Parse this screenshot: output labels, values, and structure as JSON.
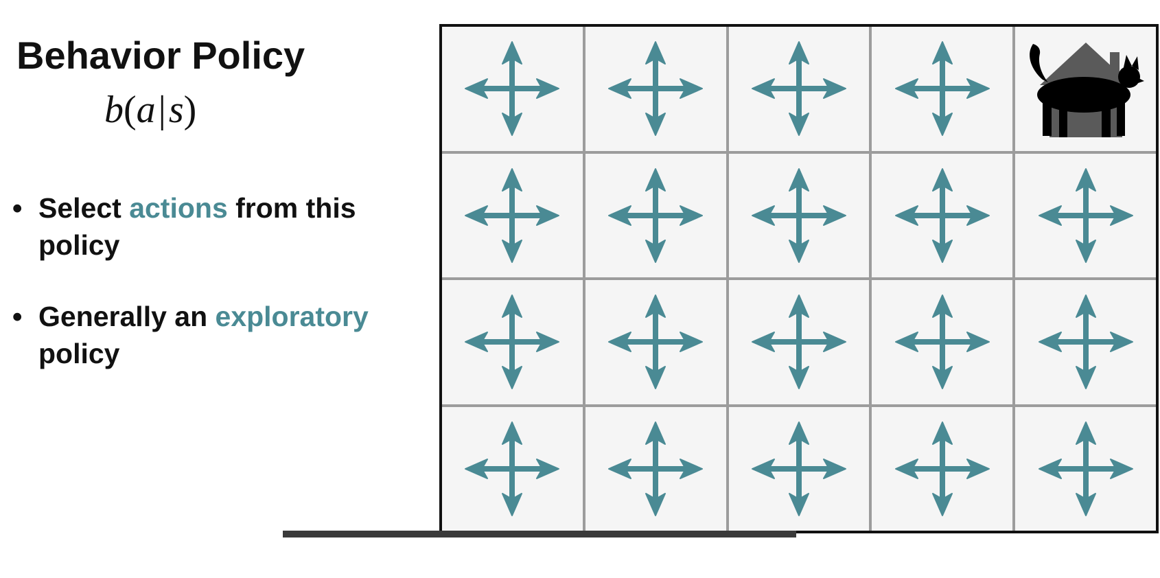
{
  "slide": {
    "title": "Behavior Policy",
    "formula": {
      "fn": "b",
      "open": "(",
      "action": "a",
      "bar": "|",
      "state": "s",
      "close": ")"
    },
    "bullets": [
      {
        "dot": "•",
        "parts": [
          {
            "text": "Select ",
            "accent": false
          },
          {
            "text": "actions",
            "accent": true
          },
          {
            "text": " from this policy",
            "accent": false
          }
        ]
      },
      {
        "dot": "•",
        "parts": [
          {
            "text": "Generally an ",
            "accent": false
          },
          {
            "text": "exploratory",
            "accent": true
          },
          {
            "text": " policy",
            "accent": false
          }
        ]
      }
    ]
  },
  "gridworld": {
    "rows": 4,
    "cols": 5,
    "goal_cell": {
      "row": 0,
      "col": 4
    },
    "cell_icon": "four-way-arrow-icon",
    "goal_icons": [
      "house-icon",
      "cat-icon"
    ]
  },
  "colors": {
    "accent": "#4a8a94",
    "text": "#111111",
    "grid_line": "#9c9c9c",
    "cell_bg": "#f5f5f5",
    "house": "#5a5a5a",
    "cat": "#000000"
  }
}
